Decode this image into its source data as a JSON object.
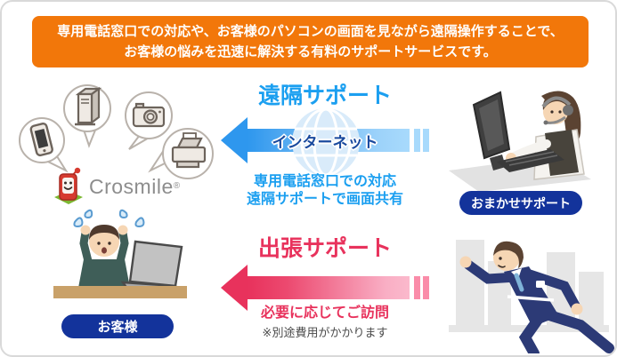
{
  "colors": {
    "banner_bg": "#F2770A",
    "remote_blue": "#1B9FF0",
    "onsite_red": "#E8325C",
    "badge_navy": "#13339B",
    "arrow_blue": "#2E97EE",
    "arrow_pink_bar": "#FA8CA9"
  },
  "banner": {
    "line1": "専用電話窓口での対応や、お客様のパソコンの画面を見ながら遠隔操作することで、",
    "line2": "お客様の悩みを迅速に解決する有料のサポートサービスです。"
  },
  "remote": {
    "title": "遠隔サポート",
    "arrow_label": "インターネット",
    "desc_line1": "専用電話窓口での対応",
    "desc_line2": "遠隔サポートで画面共有"
  },
  "onsite": {
    "title": "出張サポート",
    "desc": "必要に応じてご訪問",
    "note": "※別途費用がかかります"
  },
  "badges": {
    "customer": "お客様",
    "operator": "おまかせサポート"
  },
  "logo": {
    "text": "Crosmile",
    "registered": "®"
  },
  "icons": {
    "device_bubbles": [
      "smartphone-icon",
      "desktop-tower-icon",
      "camera-icon",
      "printer-icon"
    ],
    "globe": "globe-icon"
  }
}
